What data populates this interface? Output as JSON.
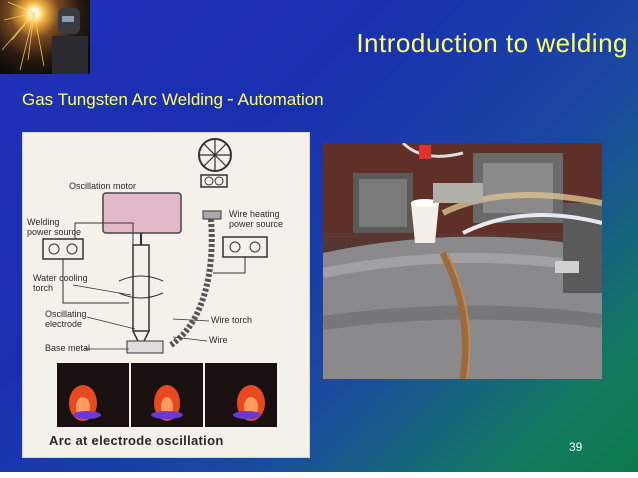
{
  "slide": {
    "title": "Introduction to welding",
    "subtitle_left": "Gas Tungsten Arc Welding",
    "subtitle_dash": "-",
    "subtitle_right": "Automation",
    "page_number": "39"
  },
  "diagram": {
    "labels": {
      "oscillation_motor": "Oscillation motor",
      "welding_power_source_1": "Welding",
      "welding_power_source_2": "power source",
      "wire_heating_1": "Wire heating",
      "wire_heating_2": "power source",
      "water_cooling_1": "Water cooling",
      "water_cooling_2": "torch",
      "oscillating_1": "Oscillating",
      "oscillating_2": "electrode",
      "base_metal": "Base metal",
      "wire_torch": "Wire torch",
      "wire": "Wire"
    },
    "caption": "Arc at electrode oscillation"
  },
  "colors": {
    "title": "#ffff66",
    "slide_bg_start": "#2030b8",
    "slide_bg_end": "#0d7a4a"
  }
}
